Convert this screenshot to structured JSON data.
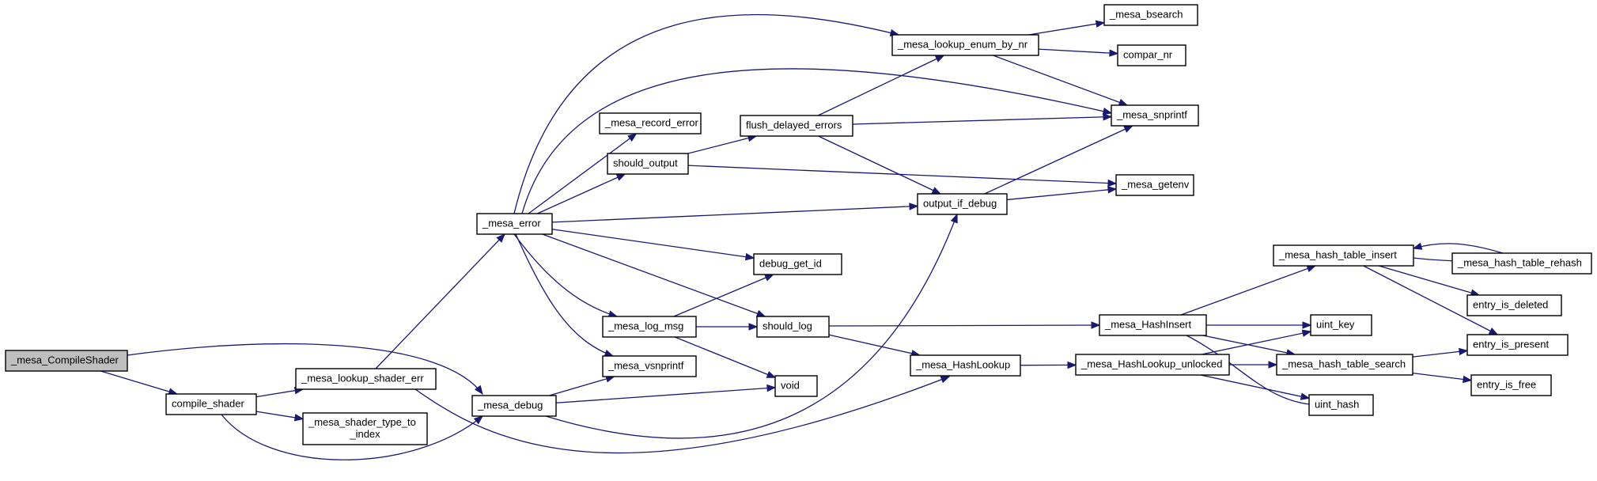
{
  "graph": {
    "nodes": [
      {
        "id": "compile",
        "label": "_mesa_CompileShader",
        "root": true
      },
      {
        "id": "compile_shader",
        "label": "compile_shader"
      },
      {
        "id": "lookup_shader_err",
        "label": "_mesa_lookup_shader_err"
      },
      {
        "id": "shader_type_to_index",
        "label": "_mesa_shader_type_to\n_index"
      },
      {
        "id": "mesa_error",
        "label": "_mesa_error"
      },
      {
        "id": "mesa_debug",
        "label": "_mesa_debug"
      },
      {
        "id": "record_error",
        "label": "_mesa_record_error"
      },
      {
        "id": "should_output",
        "label": "should_output"
      },
      {
        "id": "log_msg",
        "label": "_mesa_log_msg"
      },
      {
        "id": "vsnprintf",
        "label": "_mesa_vsnprintf"
      },
      {
        "id": "flush_delayed",
        "label": "flush_delayed_errors"
      },
      {
        "id": "debug_get_id",
        "label": "debug_get_id"
      },
      {
        "id": "should_log",
        "label": "should_log"
      },
      {
        "id": "void",
        "label": "void"
      },
      {
        "id": "lookup_enum",
        "label": "_mesa_lookup_enum_by_nr"
      },
      {
        "id": "output_if_debug",
        "label": "output_if_debug"
      },
      {
        "id": "hashlookup",
        "label": "_mesa_HashLookup"
      },
      {
        "id": "bsearch",
        "label": "_mesa_bsearch"
      },
      {
        "id": "compar_nr",
        "label": "compar_nr"
      },
      {
        "id": "snprintf",
        "label": "_mesa_snprintf"
      },
      {
        "id": "getenv",
        "label": "_mesa_getenv"
      },
      {
        "id": "hashinsert",
        "label": "_mesa_HashInsert"
      },
      {
        "id": "hashlookup_unlocked",
        "label": "_mesa_HashLookup_unlocked"
      },
      {
        "id": "ht_insert",
        "label": "_mesa_hash_table_insert"
      },
      {
        "id": "ht_search",
        "label": "_mesa_hash_table_search"
      },
      {
        "id": "uint_key",
        "label": "uint_key"
      },
      {
        "id": "uint_hash",
        "label": "uint_hash"
      },
      {
        "id": "ht_rehash",
        "label": "_mesa_hash_table_rehash"
      },
      {
        "id": "entry_deleted",
        "label": "entry_is_deleted"
      },
      {
        "id": "entry_present",
        "label": "entry_is_present"
      },
      {
        "id": "entry_free",
        "label": "entry_is_free"
      }
    ],
    "edges": [
      {
        "from": "compile",
        "to": "compile_shader"
      },
      {
        "from": "compile",
        "to": "mesa_debug"
      },
      {
        "from": "compile_shader",
        "to": "lookup_shader_err"
      },
      {
        "from": "compile_shader",
        "to": "shader_type_to_index"
      },
      {
        "from": "compile_shader",
        "to": "mesa_debug"
      },
      {
        "from": "lookup_shader_err",
        "to": "mesa_error"
      },
      {
        "from": "lookup_shader_err",
        "to": "hashlookup"
      },
      {
        "from": "mesa_error",
        "to": "lookup_enum"
      },
      {
        "from": "mesa_error",
        "to": "snprintf"
      },
      {
        "from": "mesa_error",
        "to": "record_error"
      },
      {
        "from": "mesa_error",
        "to": "should_output"
      },
      {
        "from": "mesa_error",
        "to": "output_if_debug"
      },
      {
        "from": "mesa_error",
        "to": "debug_get_id"
      },
      {
        "from": "mesa_error",
        "to": "should_log"
      },
      {
        "from": "mesa_error",
        "to": "log_msg"
      },
      {
        "from": "mesa_error",
        "to": "vsnprintf"
      },
      {
        "from": "mesa_debug",
        "to": "vsnprintf"
      },
      {
        "from": "mesa_debug",
        "to": "void"
      },
      {
        "from": "mesa_debug",
        "to": "output_if_debug"
      },
      {
        "from": "should_output",
        "to": "flush_delayed"
      },
      {
        "from": "should_output",
        "to": "getenv"
      },
      {
        "from": "flush_delayed",
        "to": "lookup_enum"
      },
      {
        "from": "flush_delayed",
        "to": "snprintf"
      },
      {
        "from": "flush_delayed",
        "to": "output_if_debug"
      },
      {
        "from": "log_msg",
        "to": "debug_get_id"
      },
      {
        "from": "log_msg",
        "to": "should_log"
      },
      {
        "from": "log_msg",
        "to": "void"
      },
      {
        "from": "lookup_enum",
        "to": "bsearch"
      },
      {
        "from": "lookup_enum",
        "to": "compar_nr"
      },
      {
        "from": "lookup_enum",
        "to": "snprintf"
      },
      {
        "from": "output_if_debug",
        "to": "snprintf"
      },
      {
        "from": "output_if_debug",
        "to": "getenv"
      },
      {
        "from": "should_log",
        "to": "hashinsert"
      },
      {
        "from": "should_log",
        "to": "hashlookup"
      },
      {
        "from": "hashlookup",
        "to": "hashlookup_unlocked"
      },
      {
        "from": "hashinsert",
        "to": "ht_insert"
      },
      {
        "from": "hashinsert",
        "to": "uint_key"
      },
      {
        "from": "hashinsert",
        "to": "ht_search"
      },
      {
        "from": "hashinsert",
        "to": "uint_hash"
      },
      {
        "from": "hashlookup_unlocked",
        "to": "uint_key"
      },
      {
        "from": "hashlookup_unlocked",
        "to": "ht_search"
      },
      {
        "from": "hashlookup_unlocked",
        "to": "uint_hash"
      },
      {
        "from": "ht_insert",
        "to": "ht_rehash"
      },
      {
        "from": "ht_insert",
        "to": "entry_deleted"
      },
      {
        "from": "ht_insert",
        "to": "entry_present"
      },
      {
        "from": "ht_rehash",
        "to": "ht_insert"
      },
      {
        "from": "ht_search",
        "to": "entry_present"
      },
      {
        "from": "ht_search",
        "to": "entry_free"
      }
    ]
  }
}
